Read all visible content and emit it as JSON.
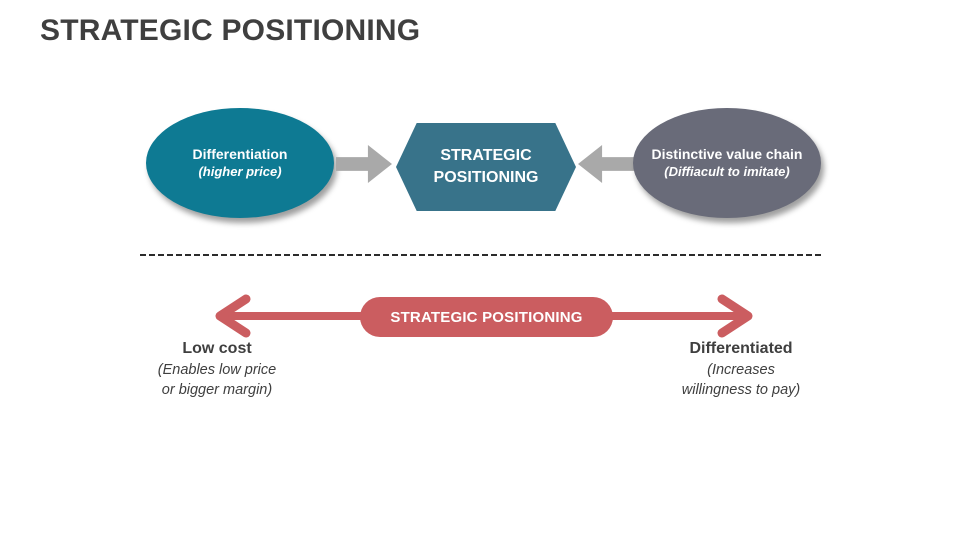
{
  "slide": {
    "title": "STRATEGIC POSITIONING"
  },
  "colors": {
    "title_text": "#3f3f3f",
    "body_text": "#3f3f3f",
    "teal_ellipse": "#0e7a93",
    "hexagon": "#38738a",
    "gray_ellipse": "#696b79",
    "connector_arrow": "#a9a9a9",
    "red_arrow": "#cb5d60",
    "dash_color": "#2b2b2b",
    "shape_text": "#ffffff"
  },
  "top_diagram": {
    "left_ellipse": {
      "title": "Differentiation",
      "subtitle": "(higher price)"
    },
    "hexagon": {
      "line1": "STRATEGIC",
      "line2": "POSITIONING"
    },
    "right_ellipse": {
      "title": "Distinctive value chain",
      "subtitle": "(Diffiacult to imitate)"
    }
  },
  "bottom_diagram": {
    "pill_label": "STRATEGIC POSITIONING",
    "left_label": {
      "title": "Low cost",
      "line1": "(Enables low price",
      "line2": "or bigger margin)"
    },
    "right_label": {
      "title": "Differentiated",
      "line1": "(Increases",
      "line2": "willingness to pay)"
    }
  }
}
